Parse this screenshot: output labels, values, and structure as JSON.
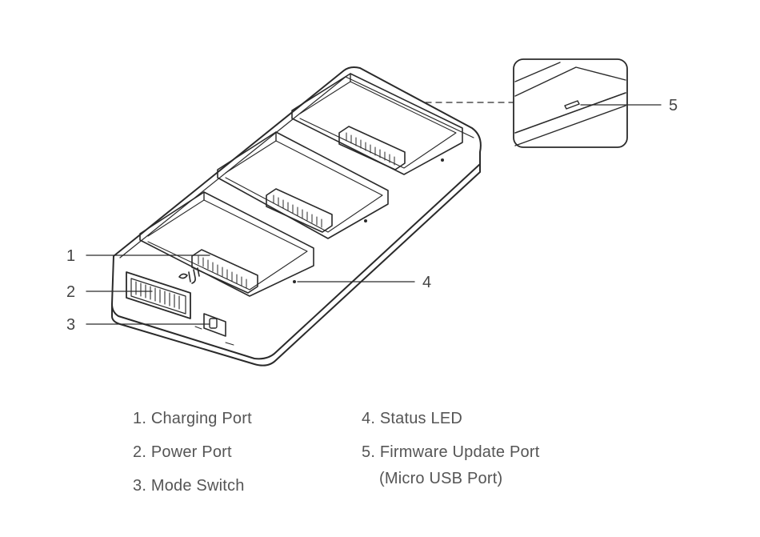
{
  "callouts": {
    "one": "1",
    "two": "2",
    "three": "3",
    "four": "4",
    "five": "5"
  },
  "legend": {
    "item1": "1. Charging Port",
    "item2": "2. Power Port",
    "item3": "3. Mode Switch",
    "item4": "4. Status LED",
    "item5": "5. Firmware Update Port",
    "item5_sub": "(Micro USB Port)"
  },
  "colors": {
    "line": "#2a2a2a",
    "text": "#555555"
  }
}
